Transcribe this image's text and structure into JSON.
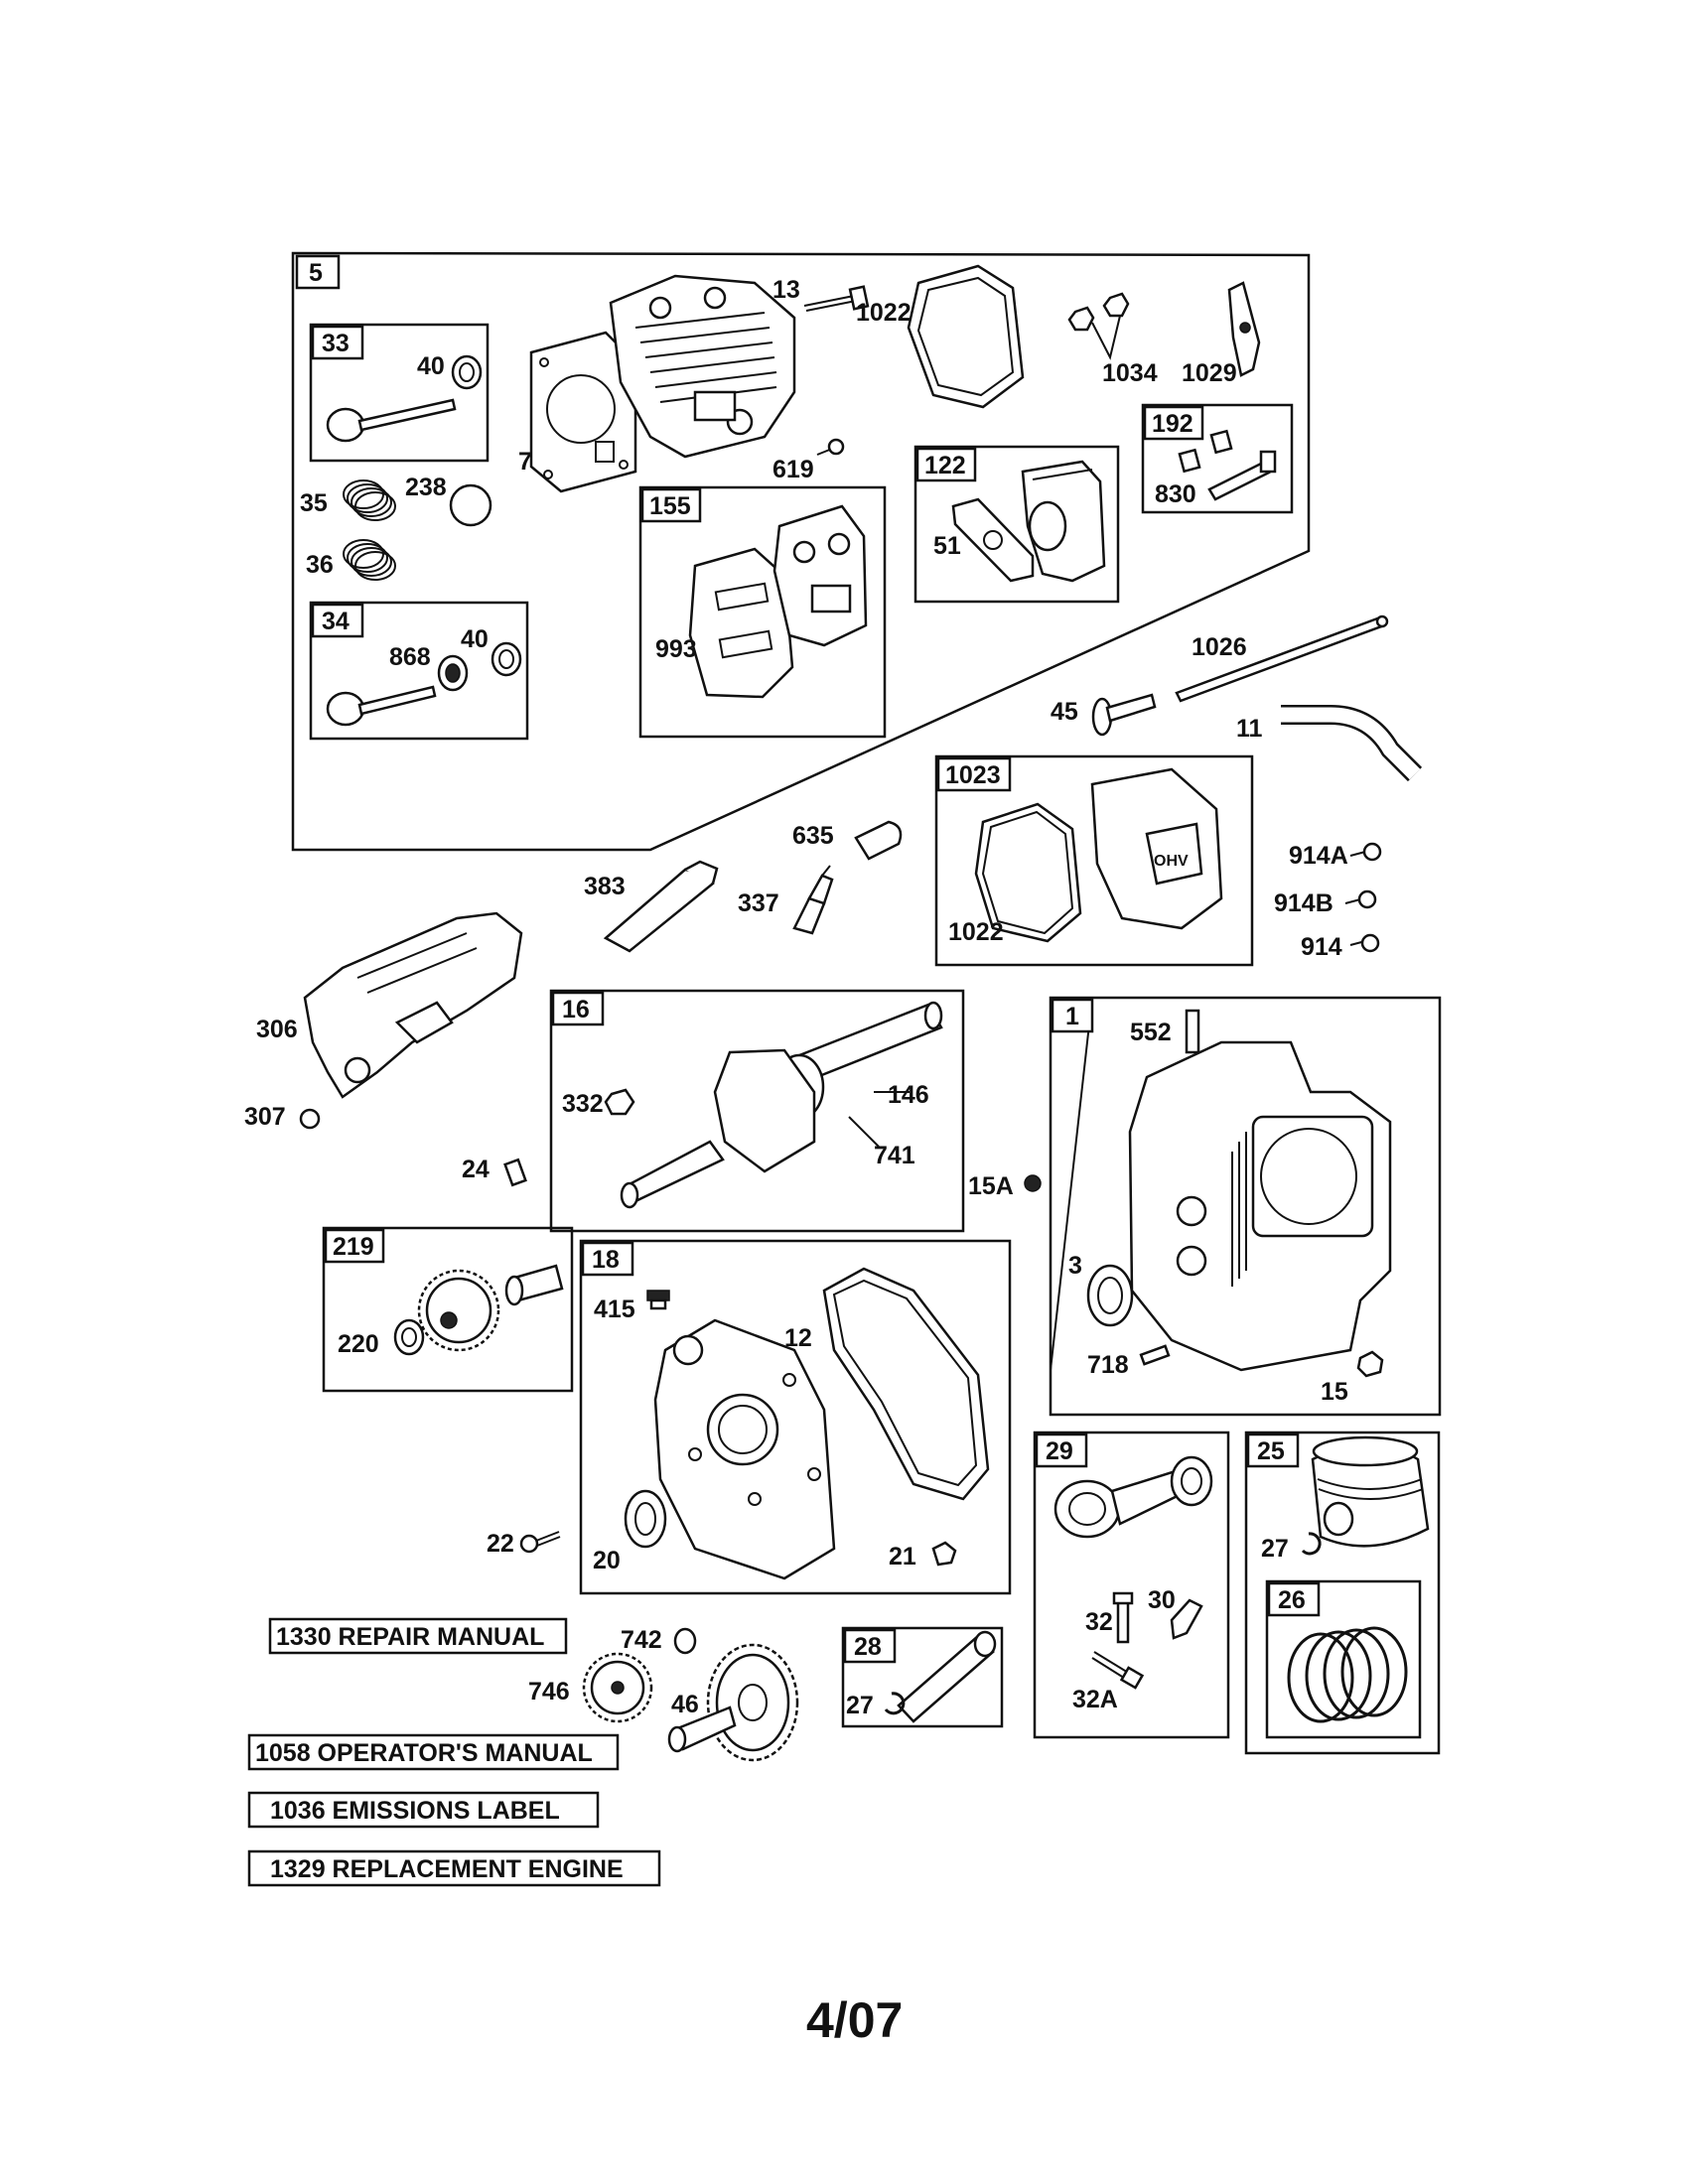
{
  "groups": {
    "g5": "5",
    "g33": "33",
    "g34": "34",
    "g155": "155",
    "g122": "122",
    "g192": "192",
    "g1023": "1023",
    "g16": "16",
    "g1": "1",
    "g219": "219",
    "g18": "18",
    "g29": "29",
    "g25": "25",
    "g26": "26",
    "g28": "28"
  },
  "callouts": {
    "c13": "13",
    "c1022a": "1022",
    "c1034": "1034",
    "c1029": "1029",
    "c40a": "40",
    "c7": "7",
    "c619": "619",
    "c830": "830",
    "c35": "35",
    "c238": "238",
    "c51": "51",
    "c36": "36",
    "c868": "868",
    "c40b": "40",
    "c993": "993",
    "c1026": "1026",
    "c45": "45",
    "c11": "11",
    "c635": "635",
    "c914A": "914A",
    "c383": "383",
    "c337": "337",
    "c914B": "914B",
    "c1022b": "1022",
    "c914": "914",
    "c306": "306",
    "c552": "552",
    "c332": "332",
    "c146": "146",
    "c307": "307",
    "c741": "741",
    "c24": "24",
    "c15A": "15A",
    "c3": "3",
    "c415": "415",
    "c12": "12",
    "c220": "220",
    "c718": "718",
    "c15": "15",
    "c22": "22",
    "c27a": "27",
    "c20": "20",
    "c21": "21",
    "c30": "30",
    "c32": "32",
    "c742": "742",
    "c746": "746",
    "c46": "46",
    "c27b": "27",
    "c32A": "32A"
  },
  "documents": {
    "repair_manual": "1330 REPAIR MANUAL",
    "operators_manual": "1058 OPERATOR'S MANUAL",
    "emissions_label": "1036 EMISSIONS LABEL",
    "replacement_engine": "1329 REPLACEMENT ENGINE"
  },
  "page_number": "4/07",
  "ohv_mark": "OHV"
}
